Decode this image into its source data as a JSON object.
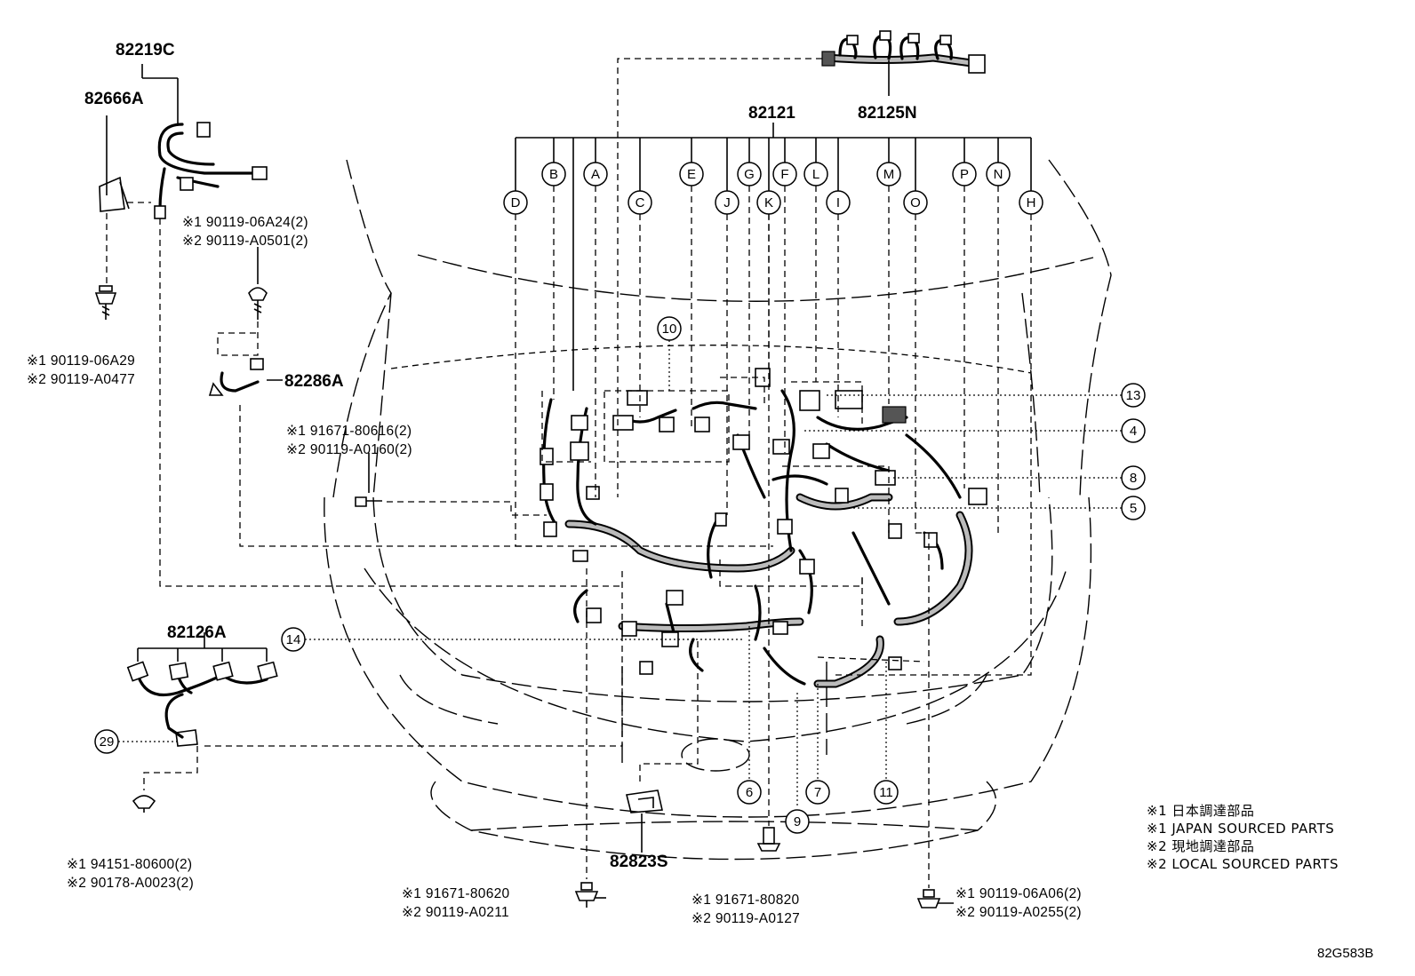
{
  "diagram": {
    "code": "82G583B",
    "parts": {
      "p82219C": "82219C",
      "p82666A": "82666A",
      "p82125N": "82125N",
      "p82121": "82121",
      "p82286A": "82286A",
      "p82126A": "82126A",
      "p82823S": "82823S"
    },
    "notes": {
      "bolt_top_1": "※1 90119-06A24(2)",
      "bolt_top_2": "※2 90119-A0501(2)",
      "bolt_left_1": "※1 90119-06A29",
      "bolt_left_2": "※2 90119-A0477",
      "clip_mid_1": "※1 91671-80616(2)",
      "clip_mid_2": "※2 90119-A0160(2)",
      "clip_bl_1": "※1 94151-80600(2)",
      "clip_bl_2": "※2 90178-A0023(2)",
      "bolt_b1_1": "※1 91671-80620",
      "bolt_b1_2": "※2 90119-A0211",
      "bolt_b2_1": "※1 91671-80820",
      "bolt_b2_2": "※2 90119-A0127",
      "bolt_b3_1": "※1 90119-06A06(2)",
      "bolt_b3_2": "※2 90119-A0255(2)"
    },
    "letters": {
      "D": "D",
      "B": "B",
      "A": "A",
      "C": "C",
      "E": "E",
      "J": "J",
      "G": "G",
      "K": "K",
      "F": "F",
      "L": "L",
      "I": "I",
      "M": "M",
      "O": "O",
      "P": "P",
      "N": "N",
      "H": "H"
    },
    "callouts": {
      "n10": "10",
      "n13": "13",
      "n4": "4",
      "n8": "8",
      "n5": "5",
      "n14": "14",
      "n29": "29",
      "n6": "6",
      "n7": "7",
      "n9": "9",
      "n11": "11"
    },
    "legend": {
      "l1": "※1 日本調達部品",
      "l2": "※1 JAPAN SOURCED PARTS",
      "l3": "※2 現地調達部品",
      "l4": "※2 LOCAL SOURCED PARTS"
    }
  }
}
